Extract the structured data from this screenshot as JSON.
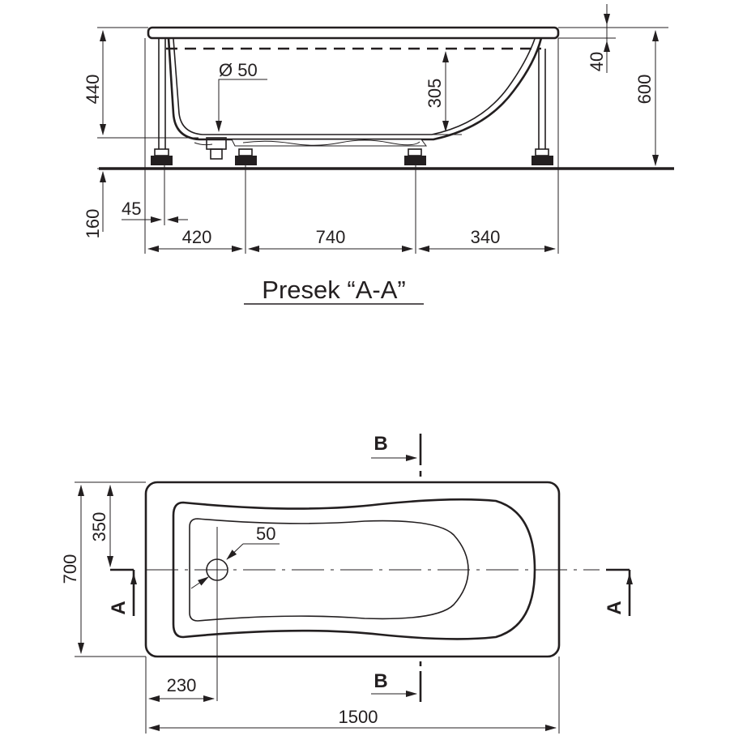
{
  "section_view": {
    "title": "Presek “A-A”",
    "dims": {
      "overall_height": "600",
      "rim_thickness": "40",
      "inner_depth": "305",
      "rim_height": "440",
      "floor_offset": "160",
      "foot_inset": "45",
      "span_left": "420",
      "span_middle": "740",
      "span_right": "340",
      "drain_diameter": "Ø 50"
    }
  },
  "plan_view": {
    "section_marks": {
      "a": "A",
      "b": "B"
    },
    "dims": {
      "overall_width": "700",
      "half_width": "350",
      "drain_size": "50",
      "drain_offset": "230",
      "overall_length": "1500"
    }
  }
}
